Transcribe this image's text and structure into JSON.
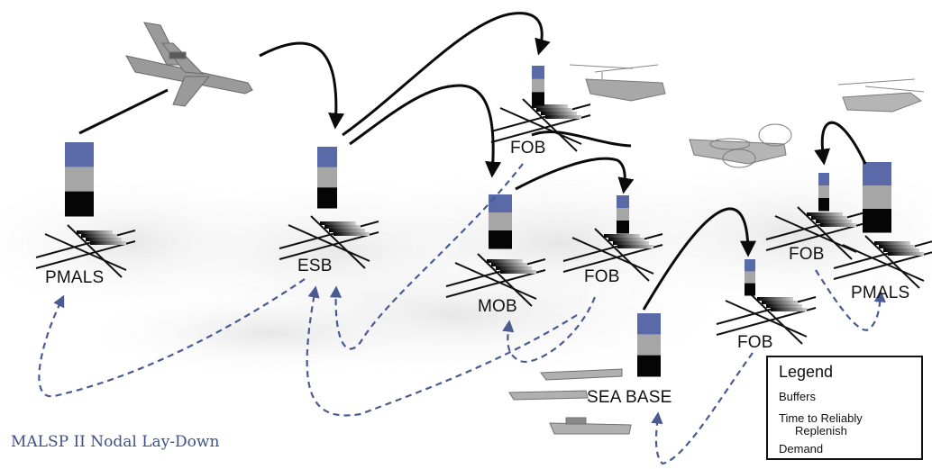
{
  "title": "MALSP II Nodal Lay-Down",
  "nodes": {
    "pmals_left": "PMALS",
    "esb": "ESB",
    "fob_top": "FOB",
    "mob": "MOB",
    "fob_mid": "FOB",
    "sea_base": "SEA BASE",
    "fob_lower": "FOB",
    "fob_right": "FOB",
    "pmals_right": "PMALS"
  },
  "legend": {
    "title": "Legend",
    "buffers": "Buffers",
    "time_line1": "Time to Reliably",
    "time_line2": "Replenish",
    "demand": "Demand"
  },
  "colors": {
    "buffer_top": "#5a6aa8",
    "buffer_mid": "#a6a6a6",
    "buffer_bottom": "#050505",
    "replenish_arrow": "#0a0a0a",
    "demand_arrow": "#4a5a92",
    "title": "#3d5189"
  },
  "icons": [
    "cargo-plane-icon",
    "helicopter-icon",
    "tiltrotor-icon",
    "ship-icon"
  ]
}
